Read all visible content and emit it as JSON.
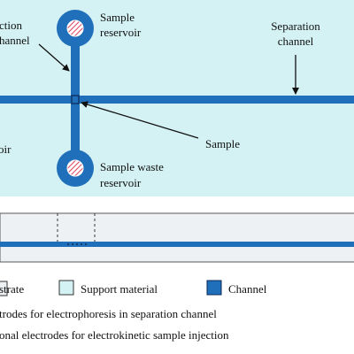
{
  "colors": {
    "support": "#d4f2f4",
    "channel": "#1f6fba",
    "background": "#ffffff",
    "border": "#4a4a4a",
    "substrate": "#eef1f3",
    "reservoir_fill": "#ffffff",
    "reservoir_hatch": "#e0405a"
  },
  "labels": {
    "injection_channel_l1": "ction",
    "injection_channel_l2": "hannel",
    "sample_reservoir_l1": "Sample",
    "sample_reservoir_l2": "reservoir",
    "separation_channel_l1": "Separation",
    "separation_channel_l2": "channel",
    "buffer_waste_fragment": "oir",
    "sample": "Sample",
    "sample_waste_reservoir_l1": "Sample waste",
    "sample_waste_reservoir_l2": "reservoir"
  },
  "legend": {
    "substrate_label": "strate",
    "support_material_label": "Support material",
    "channel_label": "Channel"
  },
  "notes": {
    "line1": "trodes for electrophoresis in separation channel",
    "line2": "onal electrodes for electrokinetic sample injection"
  }
}
